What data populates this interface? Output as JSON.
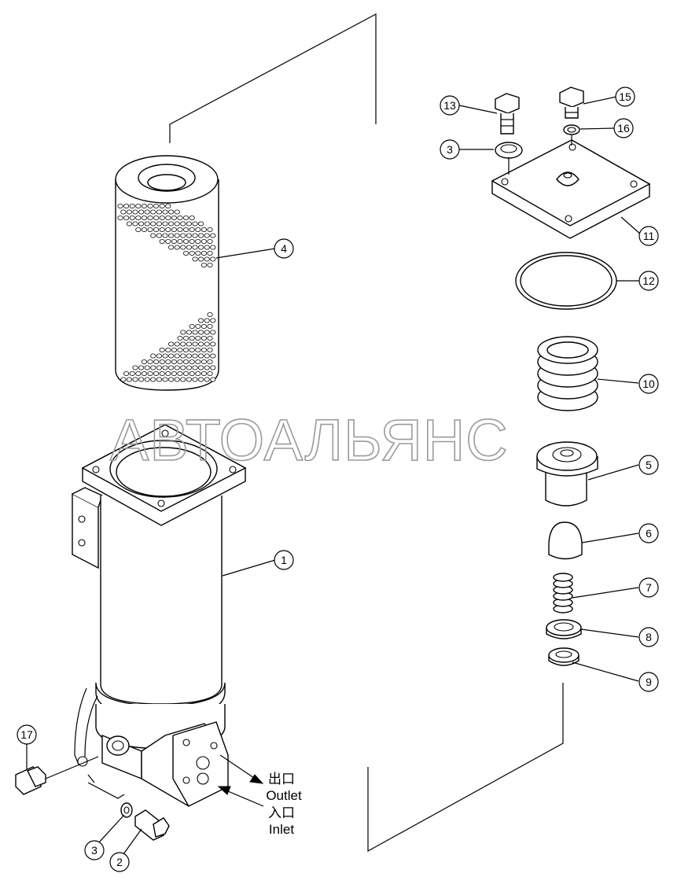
{
  "watermark": "АВТОАЛЬЯНС",
  "callouts": [
    "1",
    "2",
    "3",
    "3",
    "4",
    "5",
    "6",
    "7",
    "8",
    "9",
    "10",
    "11",
    "12",
    "13",
    "15",
    "16",
    "17"
  ],
  "flow_labels": {
    "outlet_cn": "出口",
    "outlet_en": "Outlet",
    "inlet_cn": "入口",
    "inlet_en": "Inlet"
  }
}
